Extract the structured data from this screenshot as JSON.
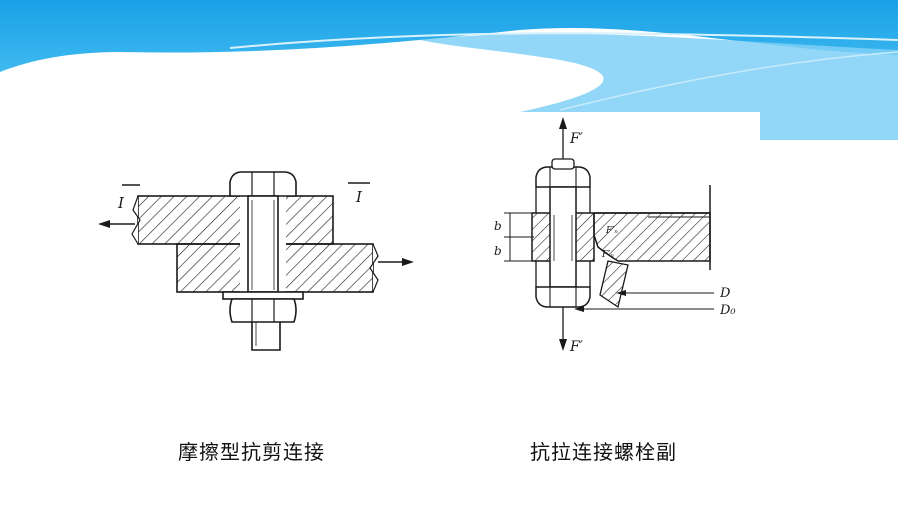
{
  "figures": [
    {
      "caption": "摩擦型抗剪连接",
      "section_mark_left": "I",
      "section_mark_right": "I"
    },
    {
      "caption": "抗拉连接螺栓副",
      "force_top": "F′",
      "force_bottom": "F′",
      "dim_b_upper": "b",
      "dim_b_lower": "b",
      "label_D": "D",
      "label_D0": "D₀",
      "label_Fn_upper": "F′ₙ",
      "label_Fn_lower": "F′ₙ"
    }
  ],
  "colors": {
    "header_blue_dark": "#1aa3e8",
    "header_blue_light": "#8fd6f8",
    "line": "#1a1a1a"
  }
}
